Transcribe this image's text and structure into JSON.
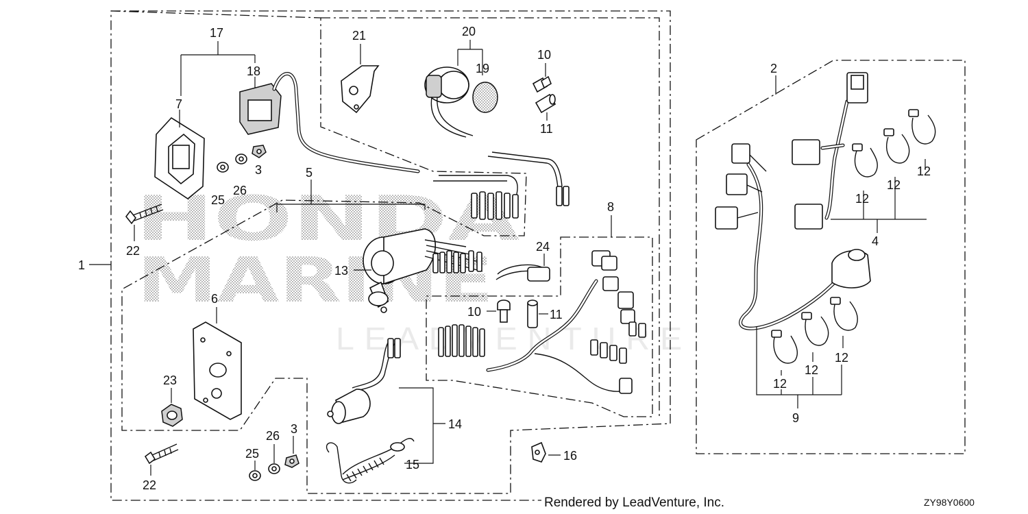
{
  "callouts": {
    "c1": "1",
    "c2": "2",
    "c3a": "3",
    "c3b": "3",
    "c4": "4",
    "c5": "5",
    "c6": "6",
    "c7": "7",
    "c8": "8",
    "c9": "9",
    "c10a": "10",
    "c10b": "10",
    "c11a": "11",
    "c11b": "11",
    "c12a": "12",
    "c12b": "12",
    "c12c": "12",
    "c12d": "12",
    "c12e": "12",
    "c12f": "12",
    "c13": "13",
    "c14": "14",
    "c15": "15",
    "c16": "16",
    "c17": "17",
    "c18": "18",
    "c19": "19",
    "c20": "20",
    "c21": "21",
    "c22a": "22",
    "c22b": "22",
    "c23": "23",
    "c24": "24",
    "c25a": "25",
    "c25b": "25",
    "c26a": "26",
    "c26b": "26"
  },
  "watermark": {
    "line1": "HONDA",
    "line2": "MARINE",
    "line3": "LEADVENTURE"
  },
  "footer": {
    "rendered_by": "Rendered by LeadVenture, Inc.",
    "diagram_code": "ZY98Y0600"
  }
}
